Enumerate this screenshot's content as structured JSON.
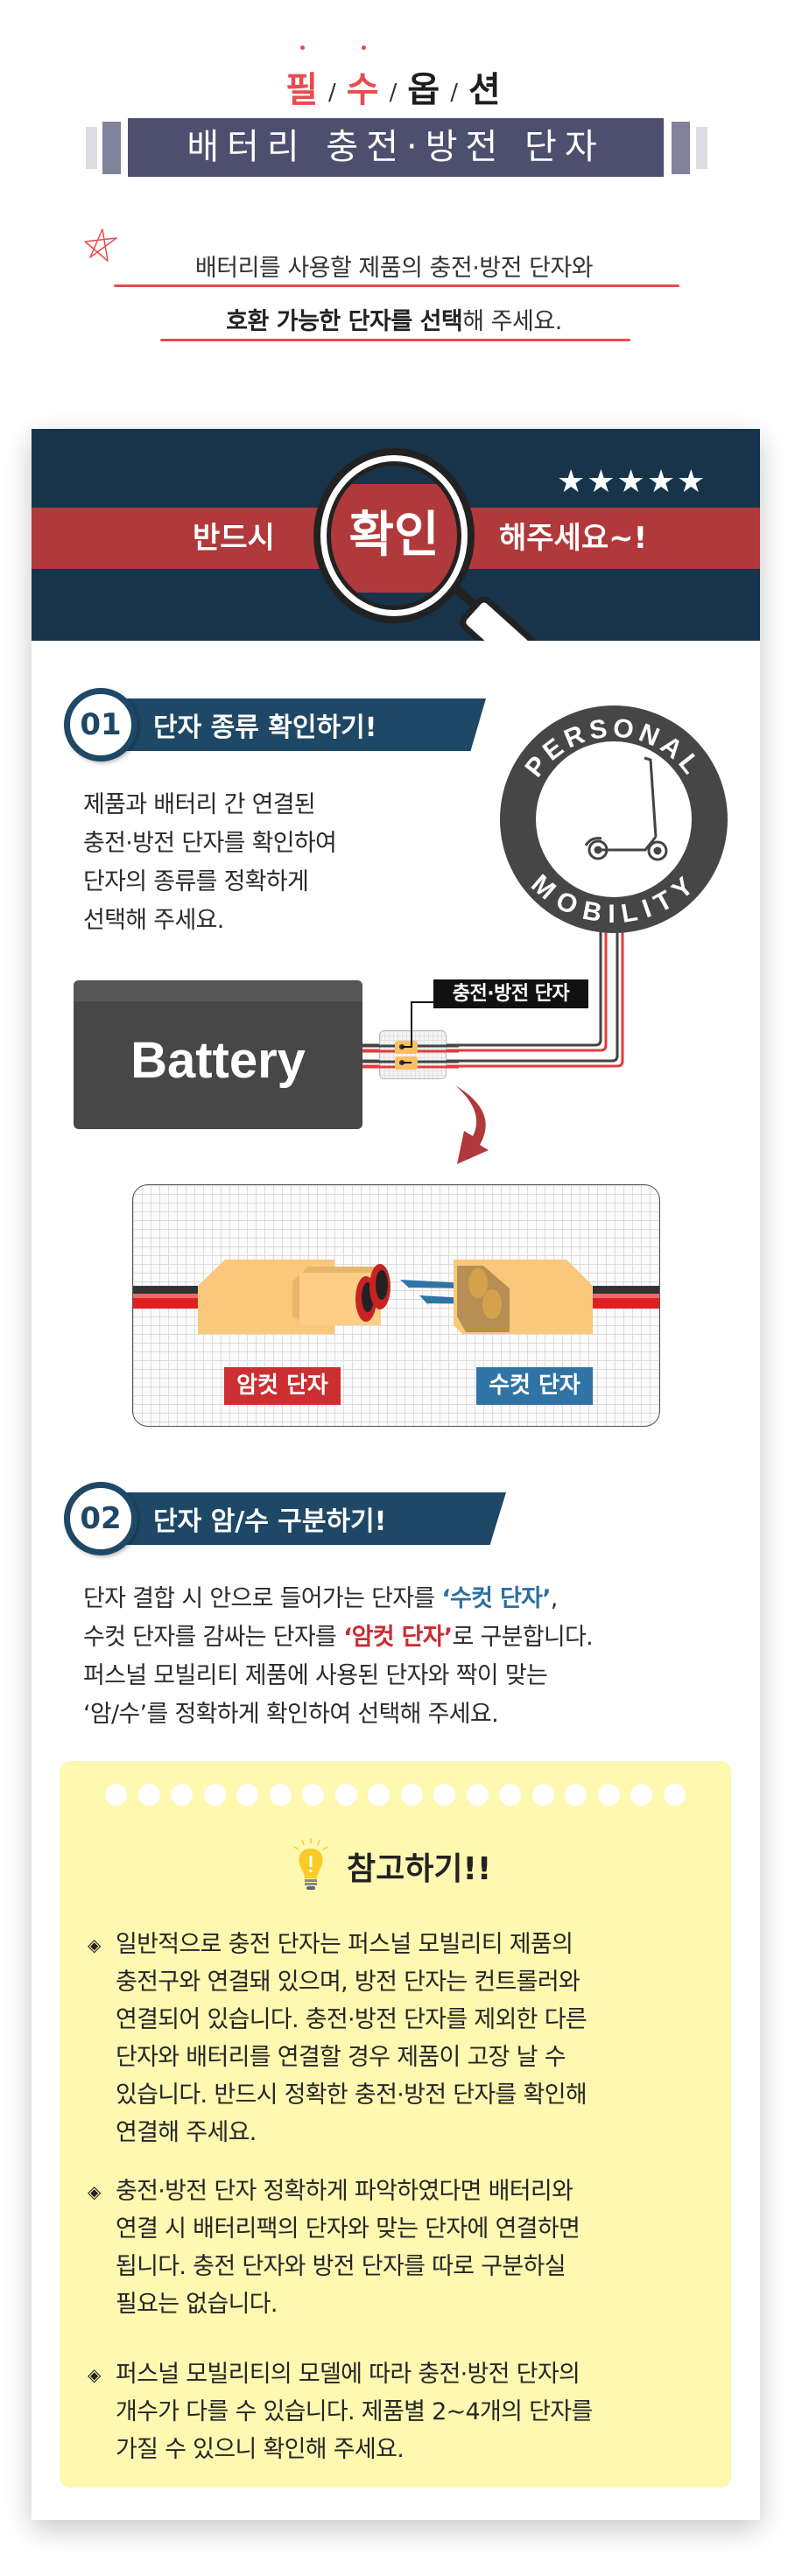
{
  "header": {
    "kicker": [
      {
        "char": "필",
        "emphasis": true
      },
      {
        "char": "수",
        "emphasis": true
      },
      {
        "char": "옵",
        "emphasis": false
      },
      {
        "char": "션",
        "emphasis": false
      }
    ],
    "kicker_separator": "/",
    "title": "배터리 충전·방전 단자",
    "subtitle_line1": "배터리를 사용할 제품의 충전·방전 단자와",
    "subtitle_line2_bold": "호환 가능한 단자를 선택",
    "subtitle_line2_rest": "해 주세요.",
    "accent_color": "#e94b4f",
    "title_bg_color": "#4d4f6e"
  },
  "banner": {
    "left_text": "반드시",
    "center_text": "확인",
    "right_text": "해주세요~!",
    "stars": "★★★★★",
    "bg_color": "#17344b",
    "band_color": "#b0393b"
  },
  "step1": {
    "number": "01",
    "title": "단자 종류 확인하기!",
    "body": [
      "제품과 배터리 간 연결된",
      "충전·방전 단자를 확인하여",
      "단자의 종류를 정확하게",
      "선택해 주세요."
    ],
    "badge_top": "PERSONAL",
    "badge_bottom": "MOBILITY",
    "battery_label": "Battery",
    "terminal_label": "충전·방전 단자",
    "female_label": "암컷 단자",
    "male_label": "수컷 단자"
  },
  "step2": {
    "number": "02",
    "title": "단자 암/수 구분하기!",
    "line1_pre": "단자 결합 시 안으로 들어가는 단자를 ",
    "line1_hl": "‘수컷 단자’",
    "line1_post": ",",
    "line2_pre": "수컷 단자를 감싸는 단자를 ",
    "line2_hl": "‘암컷 단자’",
    "line2_post": "로 구분합니다.",
    "line3": "퍼스널 모빌리티 제품에 사용된 단자와 짝이 맞는",
    "line4": "‘암/수’를 정확하게 확인하여 선택해 주세요.",
    "male_color": "#2e6f9e",
    "female_color": "#c92b31"
  },
  "note": {
    "title": "참고하기!!",
    "bullet_symbol": "◈",
    "bullets": [
      {
        "lines": [
          "일반적으로 충전 단자는 퍼스널 모빌리티 제품의",
          "충전구와 연결돼 있으며, 방전 단자는 컨트롤러와",
          "연결되어 있습니다. 충전·방전 단자를 제외한 다른",
          "단자와 배터리를 연결할 경우 제품이 고장 날 수",
          "있습니다. 반드시 정확한 충전·방전 단자를 확인해",
          "연결해 주세요."
        ]
      },
      {
        "lines": [
          "충전·방전 단자 정확하게 파악하였다면 배터리와",
          "연결 시 배터리팩의 단자와 맞는 단자에 연결하면",
          "됩니다. 충전 단자와 방전 단자를 따로 구분하실",
          "필요는 없습니다."
        ]
      },
      {
        "lines": [
          "퍼스널 모빌리티의 모델에 따라 충전·방전 단자의",
          "개수가 다를 수 있습니다. 제품별 2~4개의 단자를",
          "가질 수 있으니 확인해 주세요."
        ]
      }
    ],
    "bg_color": "#fef8b1"
  }
}
